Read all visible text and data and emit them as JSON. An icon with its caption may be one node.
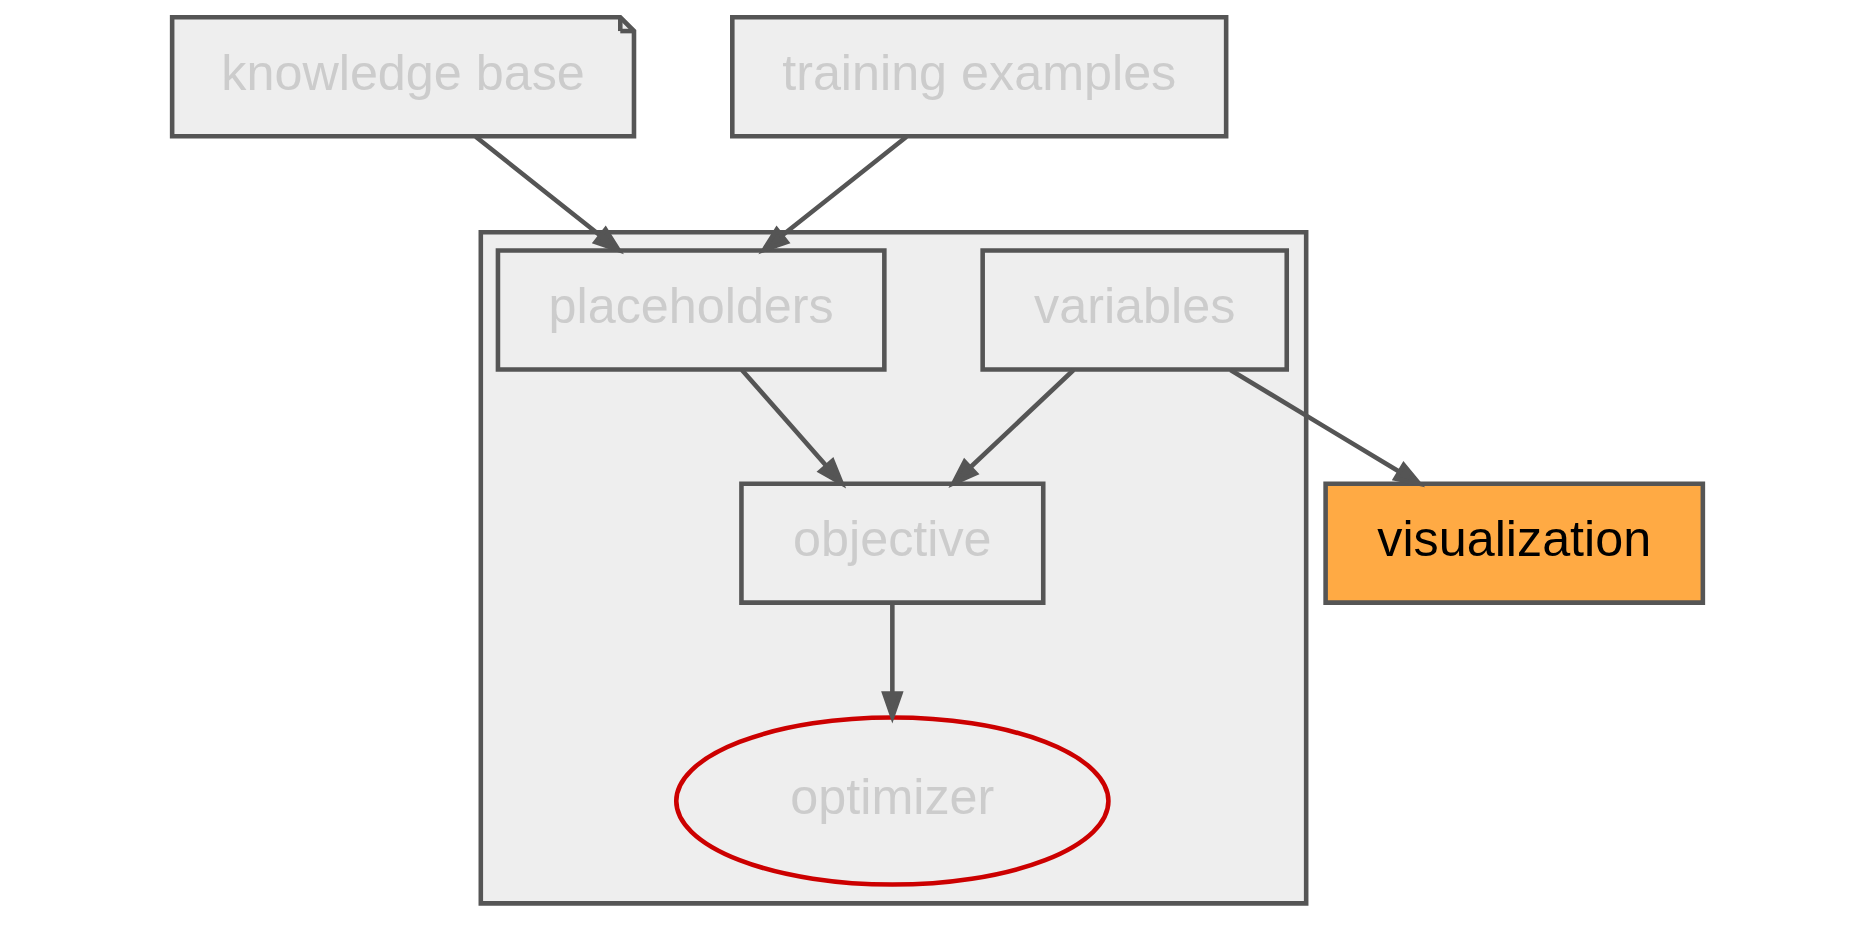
{
  "diagram": {
    "nodes": [
      {
        "text": [
          "knowledge base"
        ]
      },
      {
        "text": [
          "training examples"
        ]
      },
      {
        "text": [],
        "shape": "box"
      },
      {
        "text": [
          "placeholders"
        ],
        "in": 2
      },
      {
        "text": [
          "variables"
        ],
        "in": 2
      },
      {
        "text": [
          "objective"
        ],
        "in": 2
      },
      {
        "text": [
          "optimizer"
        ],
        "in": 2
      },
      {
        "text": [
          "visualization"
        ]
      }
    ],
    "edges": [
      {
        "from": 0,
        "to": 3,
        "arrow": "to"
      },
      {
        "from": 1,
        "to": 3,
        "arrow": "to"
      },
      {
        "from": 3,
        "to": 5,
        "arrow": "to"
      },
      {
        "from": 4,
        "to": 5,
        "arrow": "to"
      },
      {
        "from": 5,
        "to": 6,
        "arrow": "to"
      },
      {
        "from": 4,
        "to": 7,
        "arrow": "to"
      }
    ]
  }
}
